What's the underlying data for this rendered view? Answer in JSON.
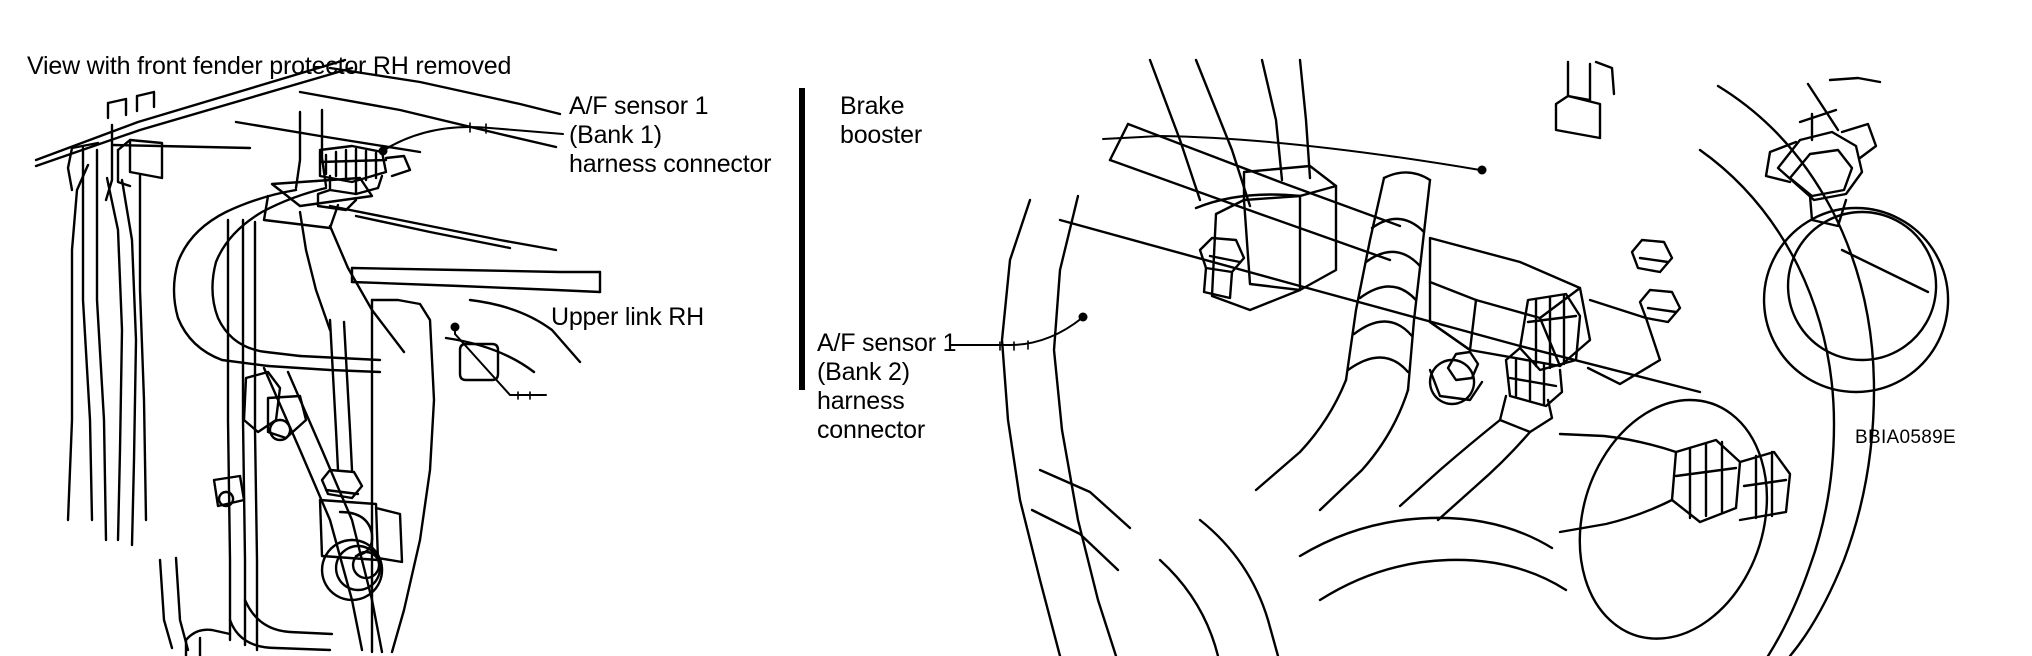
{
  "figure": {
    "code": "BBIA0589E",
    "ink_color": "#000000",
    "background_color": "#ffffff"
  },
  "panels": {
    "left": {
      "heading": "View with front fender protector RH removed",
      "labels": {
        "af_sensor_bank1": "A/F sensor 1\n(Bank 1)\nharness connector",
        "upper_link_rh": "Upper link RH"
      }
    },
    "right": {
      "labels": {
        "brake_booster": "Brake\nbooster",
        "af_sensor_bank2": "A/F sensor 1\n(Bank 2)\nharness\nconnector"
      }
    }
  }
}
